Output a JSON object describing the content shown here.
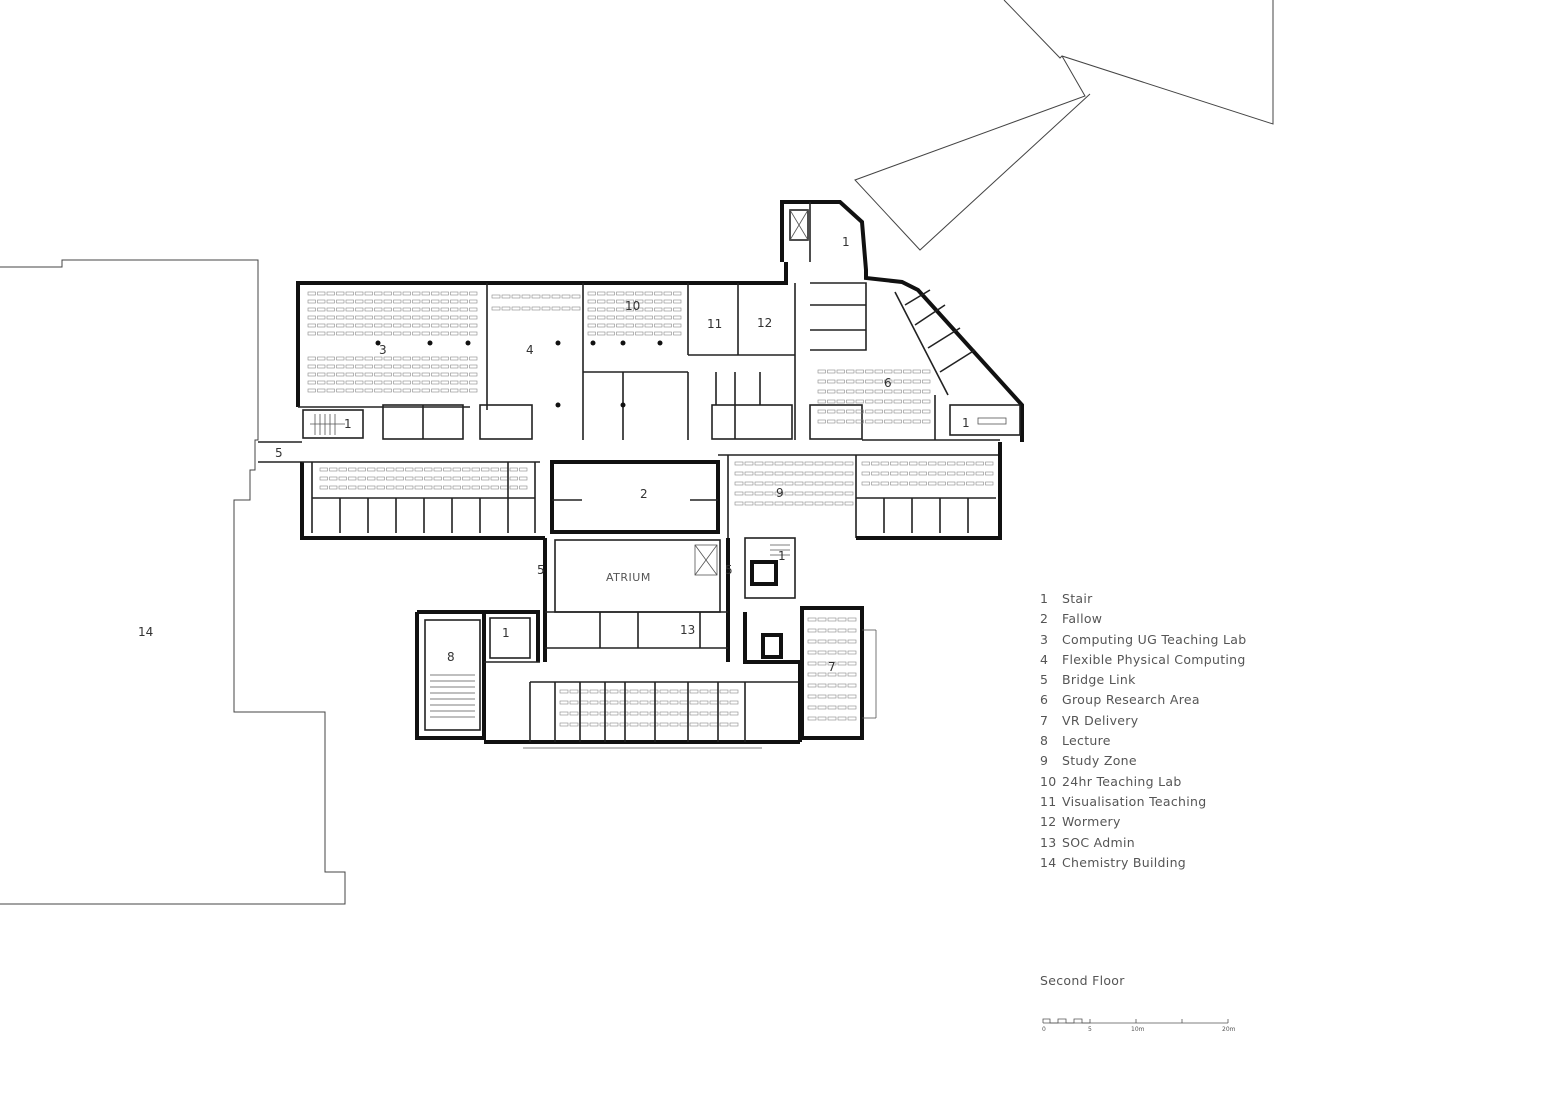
{
  "labels": {
    "atrium": "ATRIUM"
  },
  "room_numbers": {
    "r1": "1",
    "r2": "2",
    "r3": "3",
    "r4": "4",
    "r5": "5",
    "r6": "6",
    "r7": "7",
    "r8": "8",
    "r9": "9",
    "r10": "10",
    "r11": "11",
    "r12": "12",
    "r13": "13",
    "r14": "14"
  },
  "legend": [
    {
      "num": "1",
      "name": "Stair"
    },
    {
      "num": "2",
      "name": "Fallow"
    },
    {
      "num": "3",
      "name": "Computing UG Teaching Lab"
    },
    {
      "num": "4",
      "name": "Flexible Physical Computing"
    },
    {
      "num": "5",
      "name": "Bridge Link"
    },
    {
      "num": "6",
      "name": "Group Research Area"
    },
    {
      "num": "7",
      "name": "VR Delivery"
    },
    {
      "num": "8",
      "name": "Lecture"
    },
    {
      "num": "9",
      "name": "Study Zone"
    },
    {
      "num": "10",
      "name": "24hr Teaching Lab"
    },
    {
      "num": "11",
      "name": "Visualisation Teaching"
    },
    {
      "num": "12",
      "name": "Wormery"
    },
    {
      "num": "13",
      "name": "SOC Admin"
    },
    {
      "num": "14",
      "name": "Chemistry Building"
    }
  ],
  "floor_title": "Second Floor",
  "scale_bar": {
    "labels": [
      "0",
      "5",
      "10m",
      "20m"
    ]
  }
}
